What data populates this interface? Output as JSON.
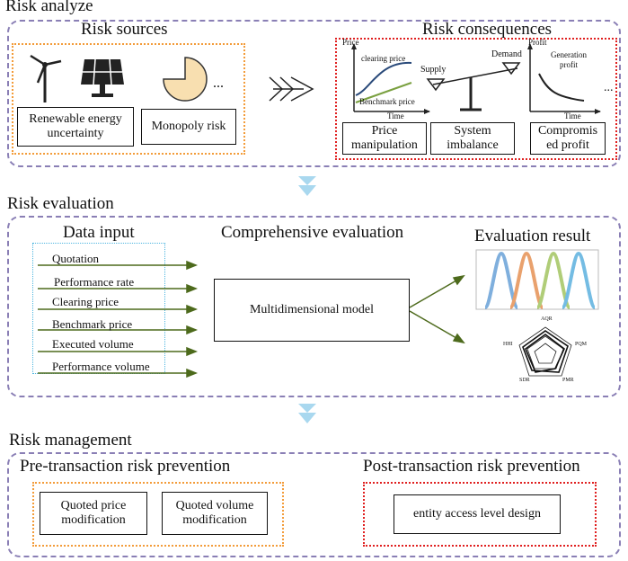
{
  "stages": {
    "analyze": {
      "title": "Risk analyze",
      "sources_title": "Risk sources",
      "consequences_title": "Risk consequences",
      "sources": [
        "Renewable energy uncertainty",
        "Monopoly risk"
      ],
      "sources_more": "...",
      "graph_price": {
        "y": "Price",
        "x": "Time",
        "curve_top": "clearing price",
        "curve_bottom": "Benchmark price"
      },
      "graph_balance": {
        "left": "Supply",
        "right": "Demand"
      },
      "graph_profit": {
        "y": "Profit",
        "x": "Time",
        "curve": "Generation profit"
      },
      "consequences_more": "...",
      "consequences": [
        "Price manipulation",
        "System imbalance",
        "Compromis ed profit"
      ]
    },
    "evaluation": {
      "title": "Risk evaluation",
      "data_input_title": "Data input",
      "comprehensive_title": "Comprehensive evaluation",
      "result_title": "Evaluation result",
      "inputs": [
        "Quotation",
        "Performance rate",
        "Clearing price",
        "Benchmark price",
        "Executed  volume",
        "Performance volume"
      ],
      "model": "Multidimensional model",
      "radar_labels": [
        "AQR",
        "PQM",
        "PMR",
        "SDR",
        "HHI"
      ]
    },
    "management": {
      "title": "Risk management",
      "pre_title": "Pre-transaction risk prevention",
      "post_title": "Post-transaction risk prevention",
      "pre_boxes": [
        "Quoted price modification",
        "Quoted volume modification"
      ],
      "post_boxes": [
        "entity access level design"
      ]
    }
  },
  "colors": {
    "lane_border": "#8a7fb5",
    "orange_border": "#f39c3a",
    "red_border": "#e02020",
    "blue_border": "#4fb6e0",
    "input_arrow": "#4d6a1c",
    "down_arrow": "#a9d8ef",
    "icon_fill": "#f8dfb0"
  }
}
